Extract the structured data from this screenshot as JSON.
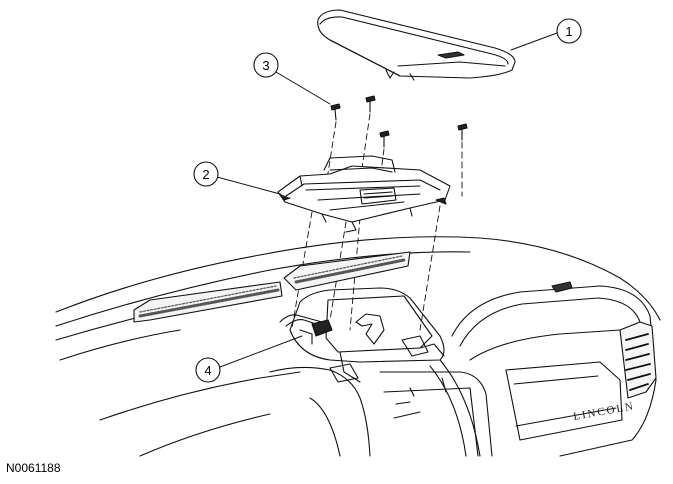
{
  "callouts": [
    {
      "number": "1"
    },
    {
      "number": "2"
    },
    {
      "number": "3"
    },
    {
      "number": "4"
    }
  ],
  "brand_badge": "LINCOLN",
  "figure_id": "N0061188"
}
